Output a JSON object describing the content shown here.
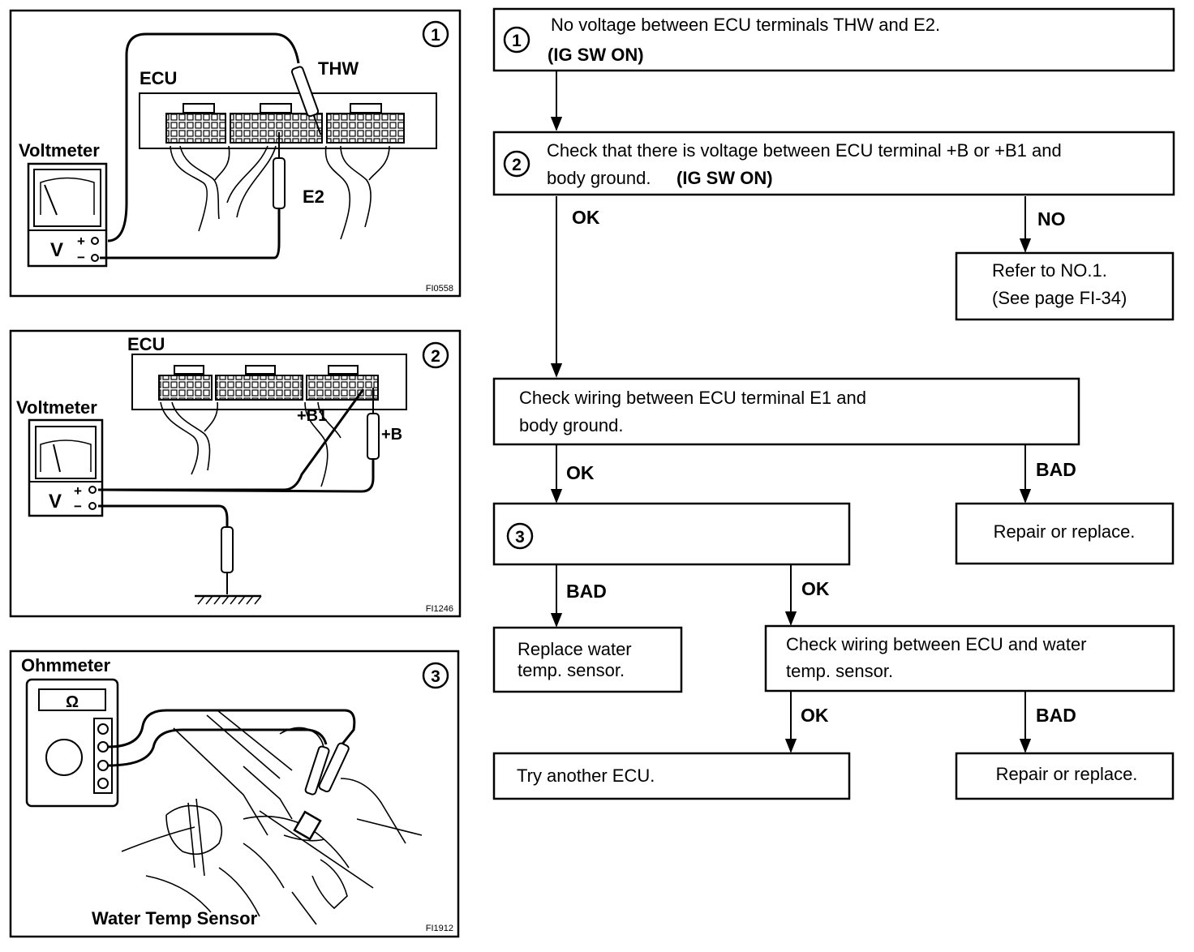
{
  "panels": {
    "p1": {
      "number": "1",
      "ecu_label": "ECU",
      "thw_label": "THW",
      "e2_label": "E2",
      "meter_label": "Voltmeter",
      "v_label": "V",
      "plus": "+",
      "minus": "−",
      "fig_code": "FI0558"
    },
    "p2": {
      "number": "2",
      "ecu_label": "ECU",
      "b1_label": "+B1",
      "b_label": "+B",
      "meter_label": "Voltmeter",
      "v_label": "V",
      "plus": "+",
      "minus": "−",
      "fig_code": "FI1246"
    },
    "p3": {
      "number": "3",
      "meter_label": "Ohmmeter",
      "omega": "Ω",
      "sensor_label": "Water Temp Sensor",
      "fig_code": "FI1912"
    }
  },
  "flow": {
    "step1": {
      "number": "1",
      "line1": "No voltage between ECU terminals THW and E2.",
      "line2": "(IG SW ON)"
    },
    "step2": {
      "number": "2",
      "line1": "Check that there is voltage between ECU terminal +B or +B1 and",
      "line2_a": "body ground.",
      "line2_b": "(IG SW ON)"
    },
    "refer": {
      "line1": "Refer to NO.1.",
      "line2": "(See page FI-34)"
    },
    "wiring_e1": {
      "line1": "Check wiring between ECU terminal E1 and",
      "line2": "body ground."
    },
    "step3": {
      "number": "3"
    },
    "repair1": "Repair or replace.",
    "replace_sensor": {
      "line1": "Replace water",
      "line2": "temp. sensor."
    },
    "wiring_sensor": {
      "line1": "Check wiring between ECU and water",
      "line2": "temp. sensor."
    },
    "try_ecu": "Try another ECU.",
    "repair2": "Repair or replace.",
    "labels": {
      "ok_a": "OK",
      "no": "NO",
      "ok_b": "OK",
      "bad_a": "BAD",
      "bad_b": "BAD",
      "ok_c": "OK",
      "ok_d": "OK",
      "bad_c": "BAD"
    }
  }
}
